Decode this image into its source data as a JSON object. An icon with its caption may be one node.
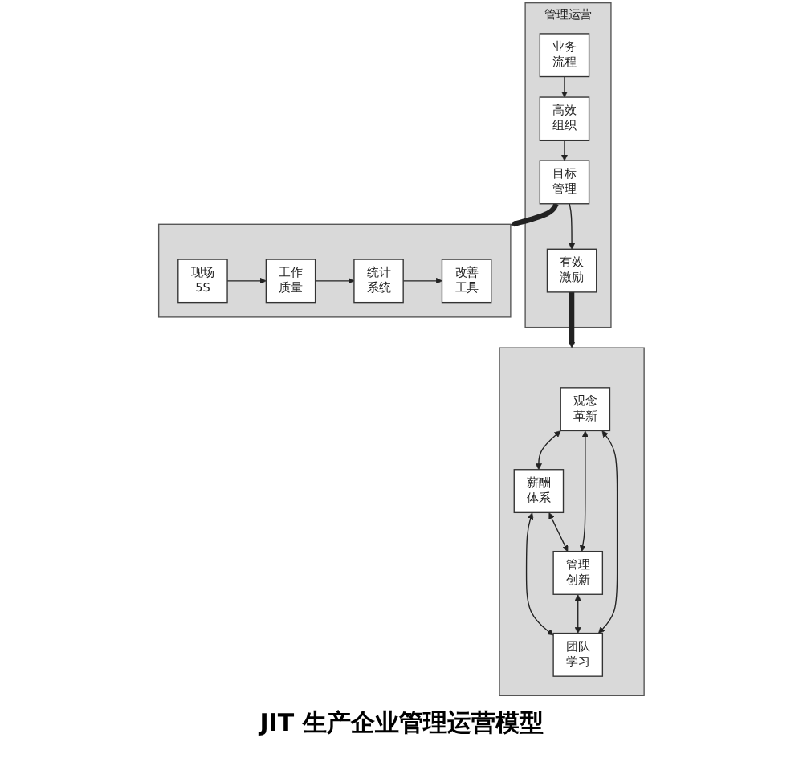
{
  "diagram": {
    "caption": "JIT 生产企业管理运营模型",
    "nodes": [
      {
        "text": [],
        "shape": "box"
      },
      {
        "text": [
          "观念革新"
        ],
        "in": 0
      },
      {
        "text": [
          "薪酬体系"
        ],
        "in": 0
      },
      {
        "text": [
          "管理创新"
        ],
        "in": 0
      },
      {
        "text": [
          "团队学习"
        ],
        "in": 0
      },
      {
        "text": [
          "管理运营"
        ]
      },
      {
        "text": [
          "业务流程"
        ],
        "in": 5
      },
      {
        "text": [
          "高效组织"
        ],
        "in": 5
      },
      {
        "text": [
          "目标管理"
        ],
        "in": 5
      },
      {
        "text": [
          "有效激励"
        ],
        "in": 5
      },
      {
        "text": [],
        "shape": "box"
      },
      {
        "text": [
          "现场5S"
        ],
        "in": 10
      },
      {
        "text": [
          "工作质量"
        ],
        "in": 10
      },
      {
        "text": [
          "统计系统"
        ],
        "in": 10
      },
      {
        "text": [
          "改善工具"
        ],
        "in": 10
      }
    ],
    "edges": [
      {
        "from": 1,
        "to": 2,
        "arrow": "both"
      },
      {
        "from": 1,
        "to": 3,
        "arrow": "both"
      },
      {
        "from": 2,
        "to": 4,
        "arrow": "both"
      },
      {
        "from": 1,
        "to": 4,
        "arrow": "both"
      },
      {
        "from": 2,
        "to": 3,
        "arrow": "both"
      },
      {
        "from": 3,
        "to": 4,
        "arrow": "both"
      },
      {
        "from": 6,
        "to": 7,
        "arrow": "to"
      },
      {
        "from": 7,
        "to": 8,
        "arrow": "to"
      },
      {
        "from": 8,
        "to": 9,
        "arrow": "to"
      },
      {
        "from": 9,
        "to": 0,
        "arrow": "to",
        "style": "thick"
      },
      {
        "from": 8,
        "to": 10,
        "arrow": "to",
        "style": "thick"
      },
      {
        "from": 11,
        "to": 12,
        "arrow": "to"
      },
      {
        "from": 12,
        "to": 13,
        "arrow": "to"
      },
      {
        "from": 13,
        "to": 14,
        "arrow": "to"
      }
    ]
  }
}
